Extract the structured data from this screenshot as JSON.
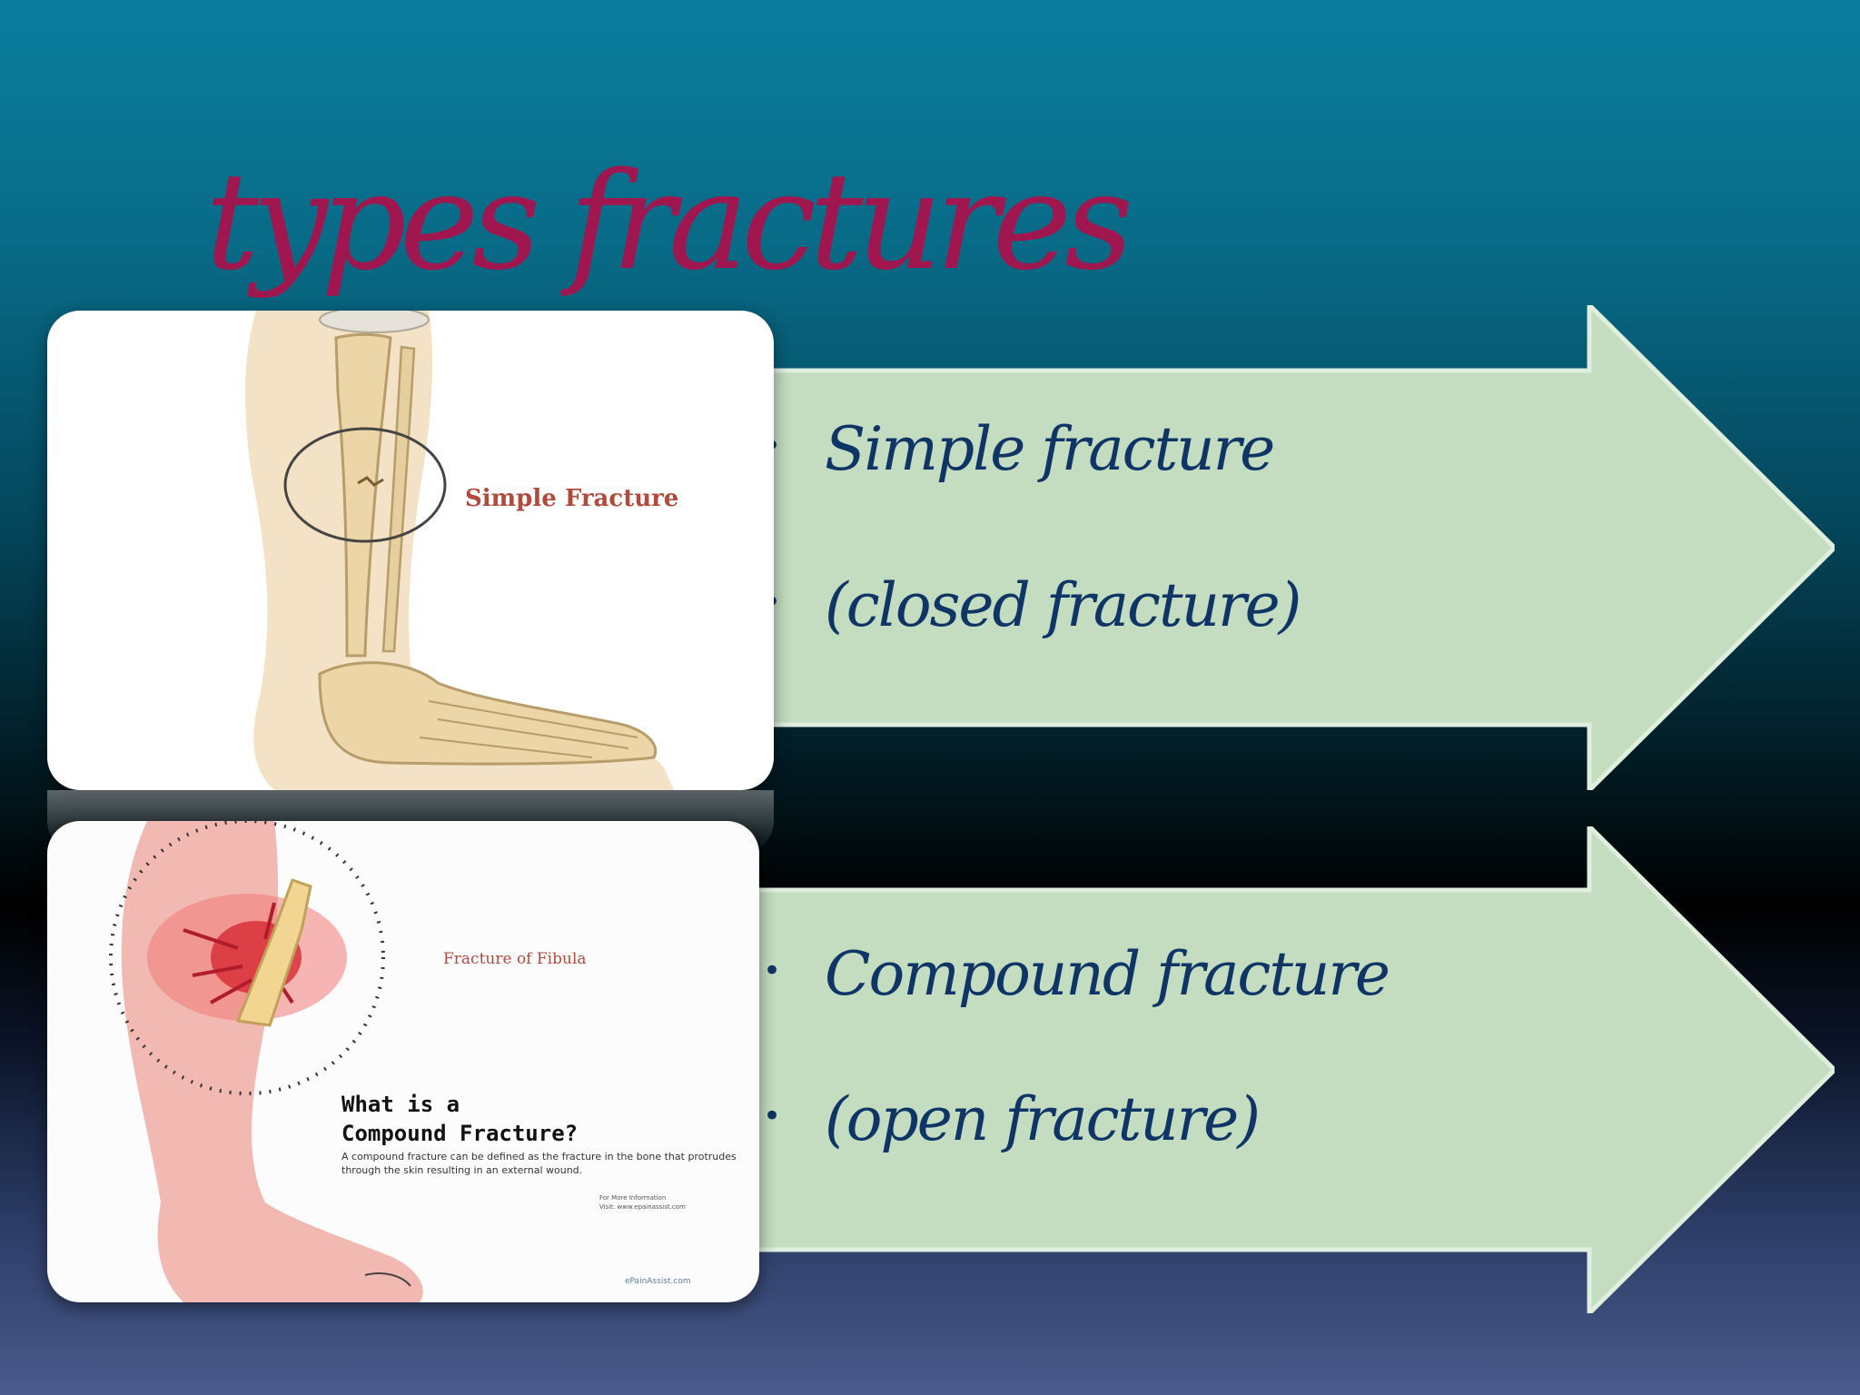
{
  "slide": {
    "title": "types fractures",
    "colors": {
      "title": "#a0174f",
      "arrow_fill": "#c4dcc0",
      "arrow_stroke": "#dfeedd",
      "bullet_text": "#0f3566"
    }
  },
  "groups": [
    {
      "bullets": [
        "Simple fracture",
        "(closed fracture)"
      ],
      "image": {
        "icon": "leg-bones-illustration",
        "label": "Simple Fracture"
      }
    },
    {
      "bullets": [
        "Compound fracture",
        "(open fracture)"
      ],
      "image": {
        "icon": "compound-fracture-leg-illustration",
        "label": "Fracture of Fibula",
        "heading": "What is a\nCompound Fracture?",
        "body": "A compound fracture can be defined as the fracture in the bone that protrudes through the skin resulting in an external wound.",
        "footnote": "For More Information\nVisit: www.epainassist.com",
        "site": "ePainAssist.com"
      }
    }
  ]
}
